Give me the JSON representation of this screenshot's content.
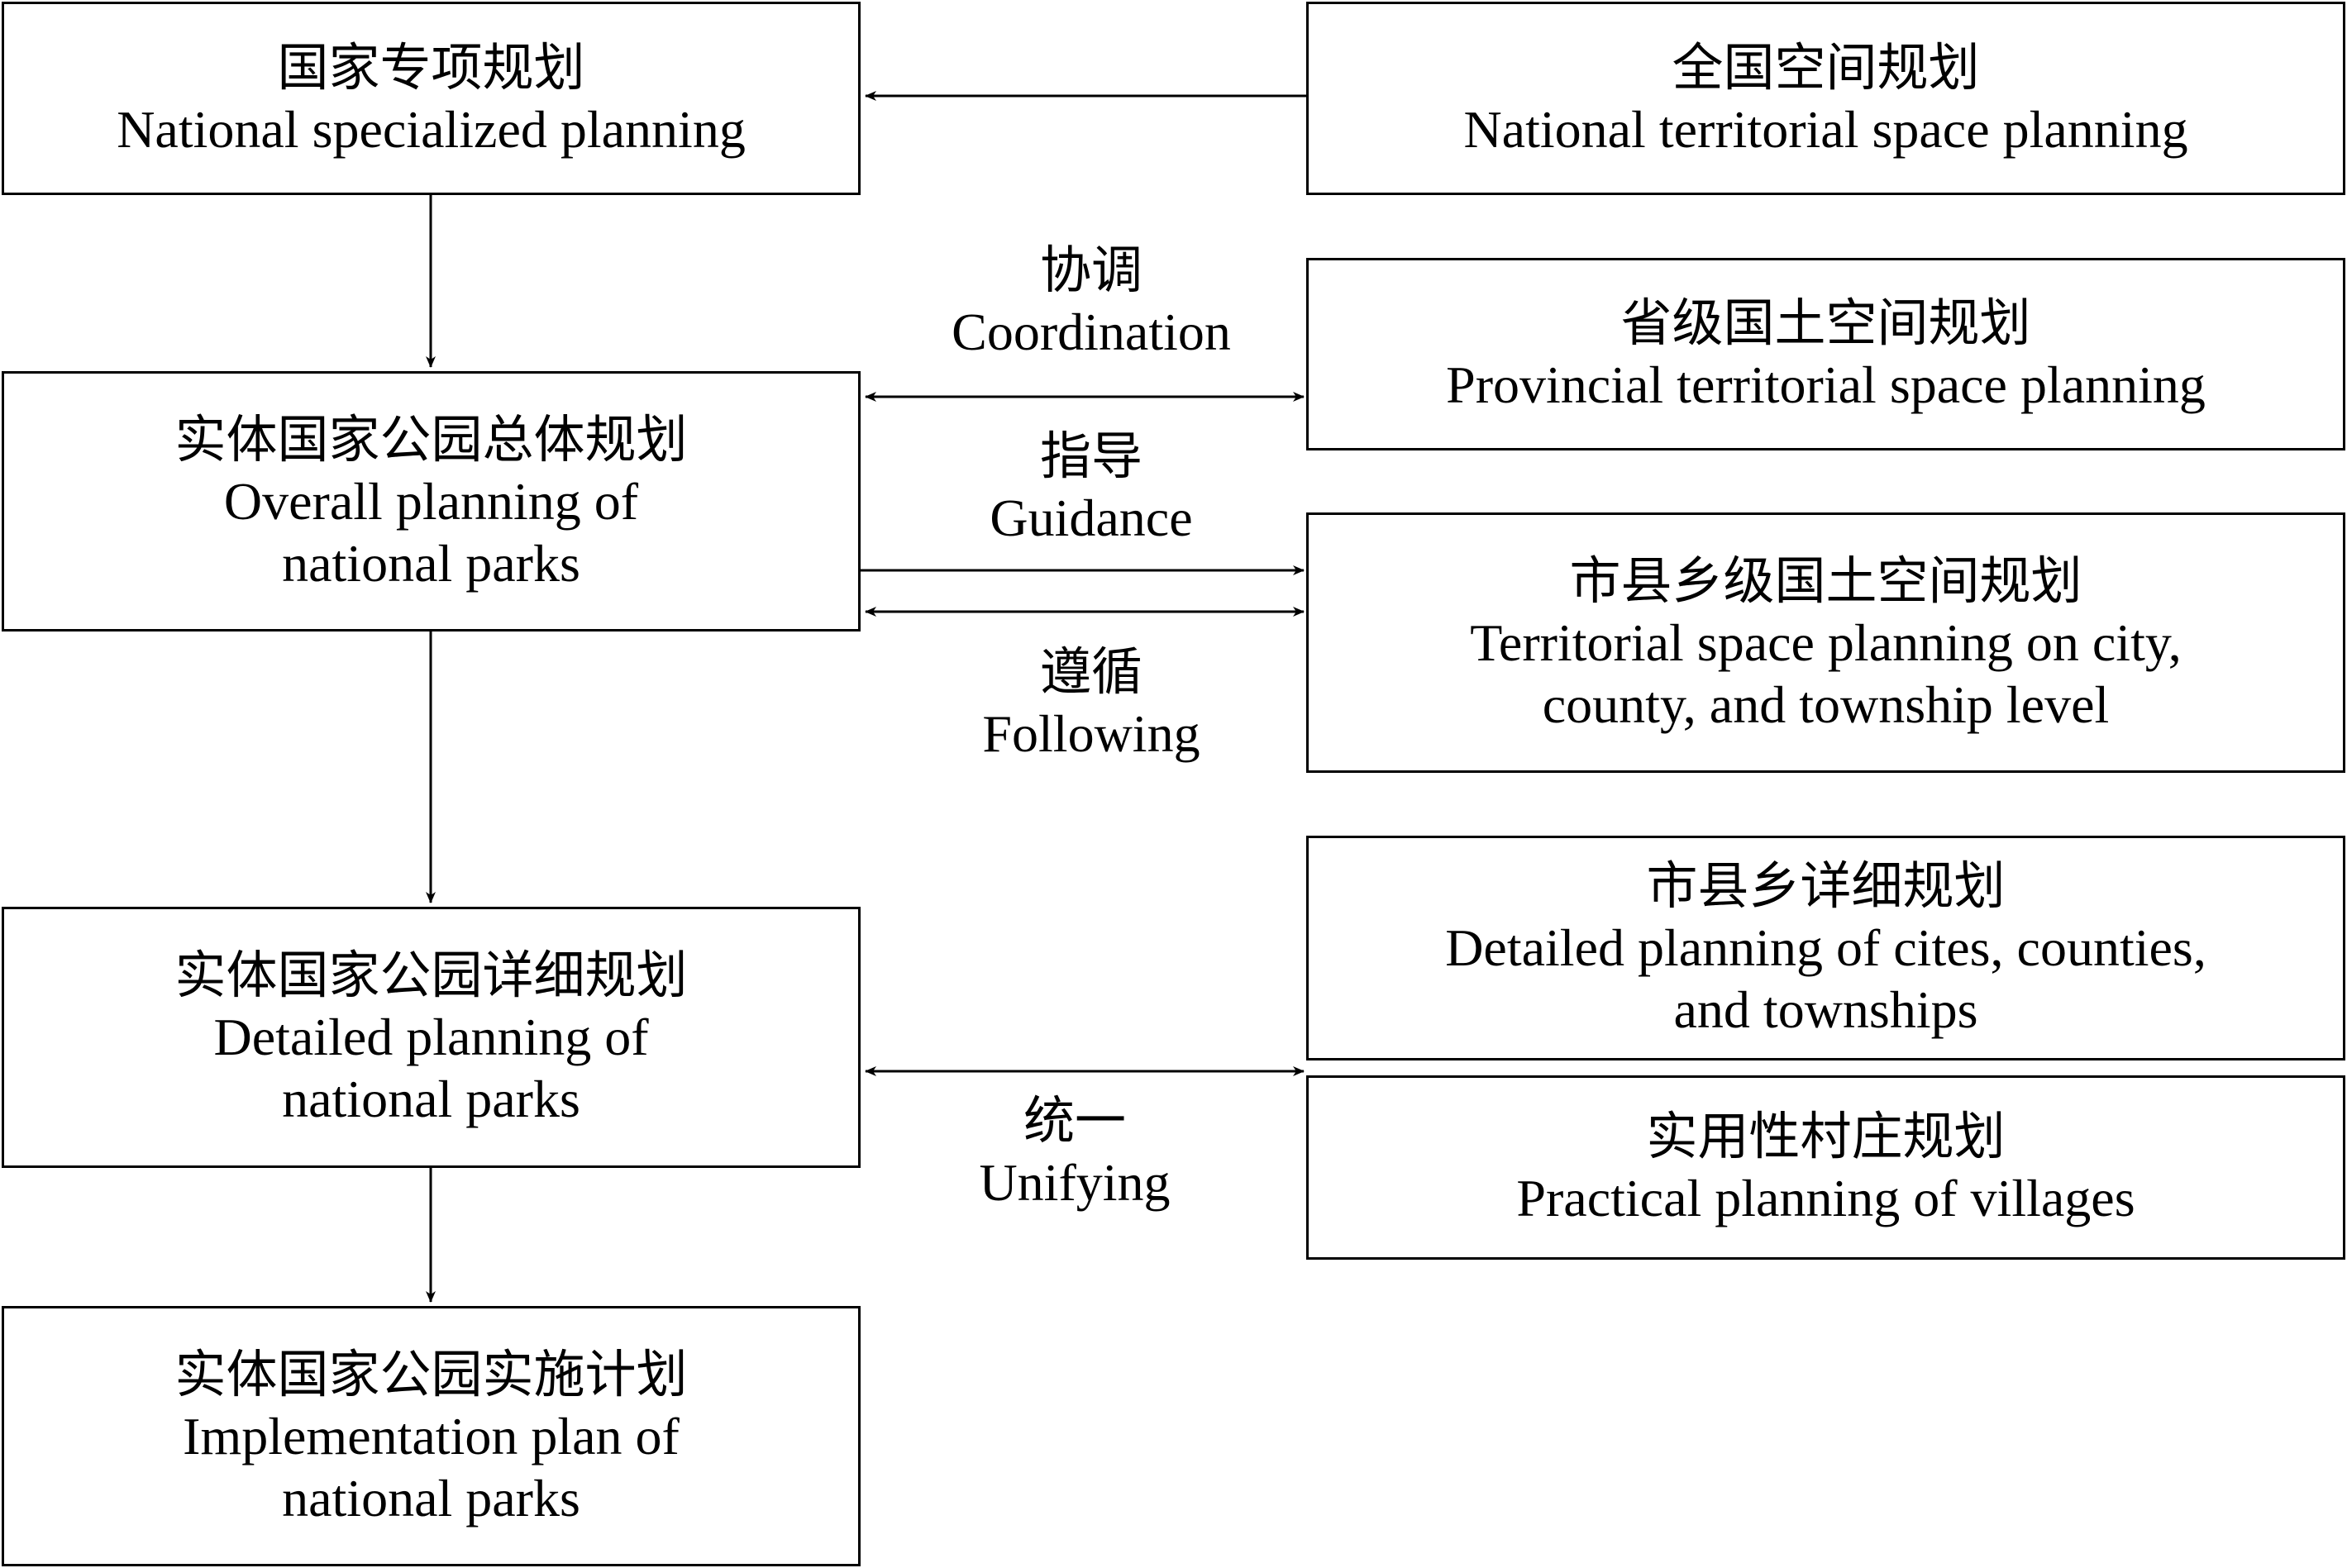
{
  "left_column": {
    "specialized": {
      "zh": "国家专项规划",
      "en": "National specialized planning"
    },
    "overall": {
      "zh": "实体国家公园总体规划",
      "en_lines": [
        "Overall planning of",
        "national parks"
      ]
    },
    "detailed": {
      "zh": "实体国家公园详细规划",
      "en_lines": [
        "Detailed planning of",
        "national parks"
      ]
    },
    "implementation": {
      "zh": "实体国家公园实施计划",
      "en_lines": [
        "Implementation plan of",
        "national parks"
      ]
    }
  },
  "right_column": {
    "national_territorial": {
      "zh": "全国空间规划",
      "en": "National territorial space planning"
    },
    "provincial": {
      "zh": "省级国土空间规划",
      "en": "Provincial territorial space planning"
    },
    "city_county": {
      "zh": "市县乡级国土空间规划",
      "en_lines": [
        "Territorial space planning on city,",
        "county, and township level"
      ]
    },
    "detailed_cities": {
      "zh": "市县乡详细规划",
      "en_lines": [
        "Detailed planning of cites, counties,",
        "and townships"
      ]
    },
    "villages": {
      "zh": "实用性村庄规划",
      "en": "Practical planning of villages"
    }
  },
  "relations": {
    "coordination": {
      "zh": "协调",
      "en": "Coordination"
    },
    "guidance": {
      "zh": "指导",
      "en": "Guidance"
    },
    "following": {
      "zh": "遵循",
      "en": "Following"
    },
    "unifying": {
      "zh": "统一",
      "en": "Unifying"
    }
  }
}
